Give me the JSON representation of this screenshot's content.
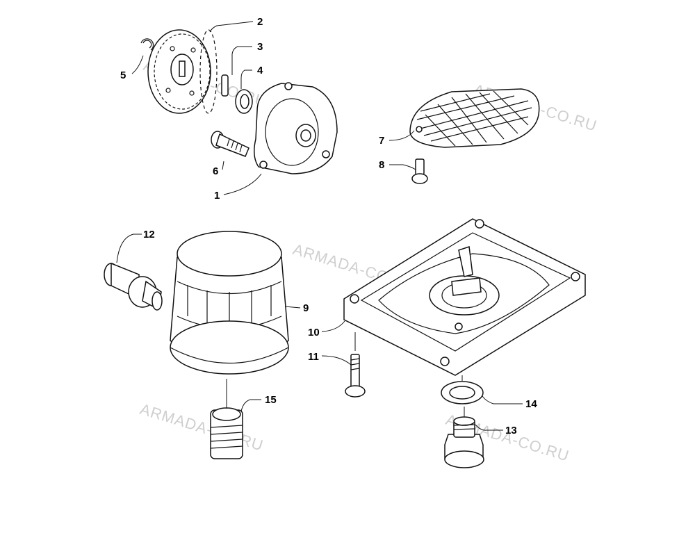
{
  "callouts": [
    {
      "id": "1",
      "text": "1"
    },
    {
      "id": "2",
      "text": "2"
    },
    {
      "id": "3",
      "text": "3"
    },
    {
      "id": "4",
      "text": "4"
    },
    {
      "id": "5",
      "text": "5"
    },
    {
      "id": "6",
      "text": "6"
    },
    {
      "id": "7",
      "text": "7"
    },
    {
      "id": "8",
      "text": "8"
    },
    {
      "id": "9",
      "text": "9"
    },
    {
      "id": "10",
      "text": "10"
    },
    {
      "id": "11",
      "text": "11"
    },
    {
      "id": "12",
      "text": "12"
    },
    {
      "id": "13",
      "text": "13"
    },
    {
      "id": "14",
      "text": "14"
    },
    {
      "id": "15",
      "text": "15"
    }
  ],
  "watermark": "ARMADA-CO.RU",
  "colors": {
    "line": "#111111",
    "watermark": "#cfcfcf",
    "background": "#ffffff"
  }
}
